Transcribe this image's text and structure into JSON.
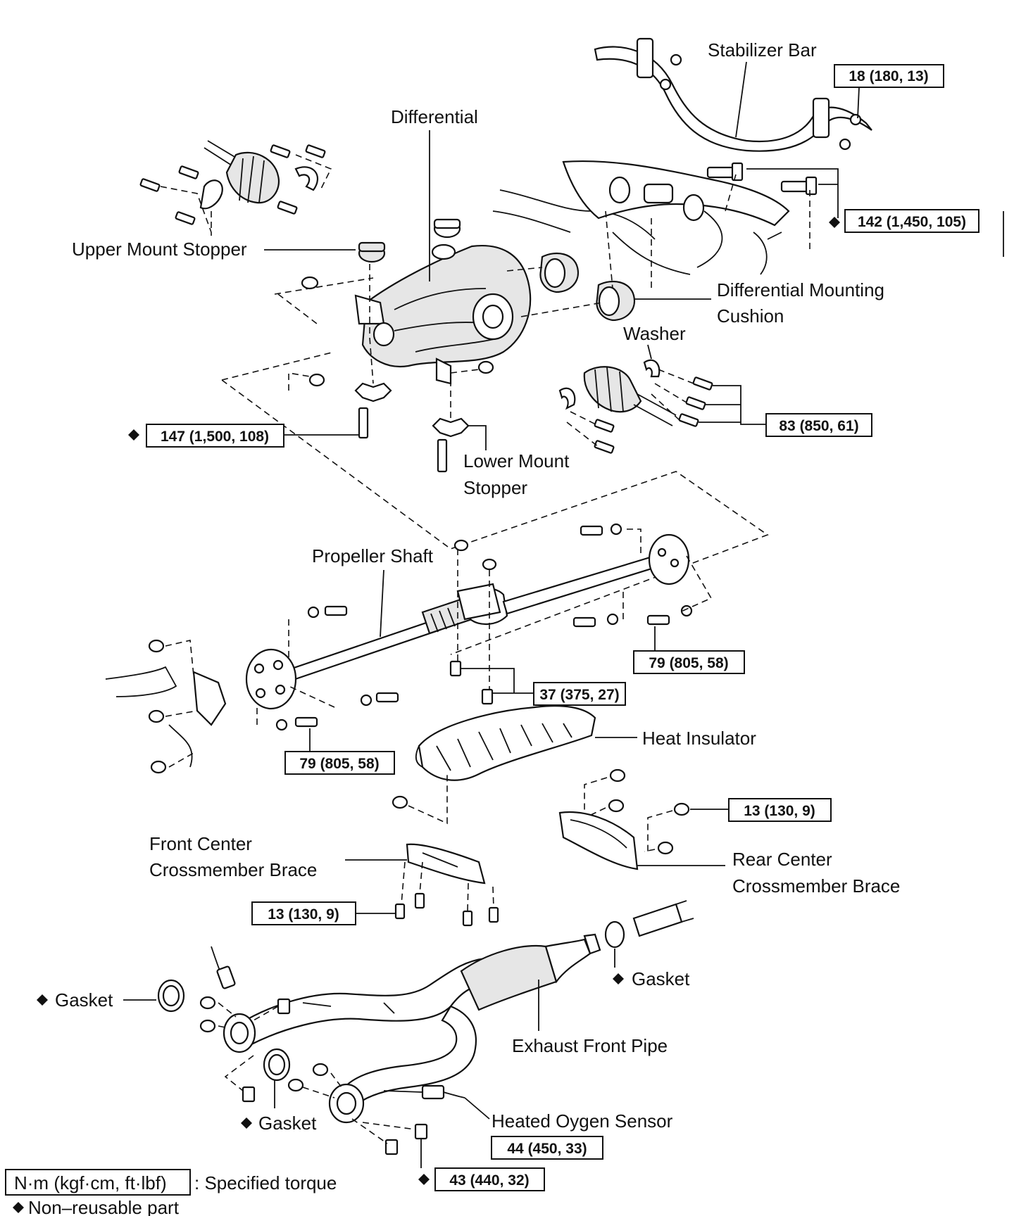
{
  "labels": {
    "stabilizer_bar": "Stabilizer Bar",
    "differential": "Differential",
    "upper_mount_stopper": "Upper Mount Stopper",
    "differential_mounting_line1": "Differential Mounting",
    "differential_mounting_line2": "Cushion",
    "washer": "Washer",
    "lower_mount_stopper_line1": "Lower Mount",
    "lower_mount_stopper_line2": "Stopper",
    "propeller_shaft": "Propeller Shaft",
    "heat_insulator": "Heat Insulator",
    "front_center_line1": "Front Center",
    "front_center_line2": "Crossmember Brace",
    "rear_center_line1": "Rear Center",
    "rear_center_line2": "Crossmember Brace",
    "gasket_left": "Gasket",
    "gasket_right": "Gasket",
    "gasket_bottom": "Gasket",
    "exhaust_front_pipe": "Exhaust Front Pipe",
    "heated_oxygen_sensor": "Heated Oygen Sensor"
  },
  "torques": {
    "stabilizer": "18 (180, 13)",
    "mount_142": "142 (1,450, 105)",
    "diff_147": "147 (1,500, 108)",
    "drive_83": "83 (850, 61)",
    "prop_rear_79": "79 (805, 58)",
    "prop_center_37": "37 (375, 27)",
    "prop_front_79": "79 (805, 58)",
    "rear_brace_13": "13 (130, 9)",
    "front_brace_13": "13 (130, 9)",
    "sensor_44": "44 (450, 33)",
    "exhaust_43": "43 (440, 32)"
  },
  "legend": {
    "torque_box": "N·m (kgf·cm, ft·lbf)",
    "torque_text": ": Specified torque",
    "nonreusable_text": "Non–reusable part"
  }
}
